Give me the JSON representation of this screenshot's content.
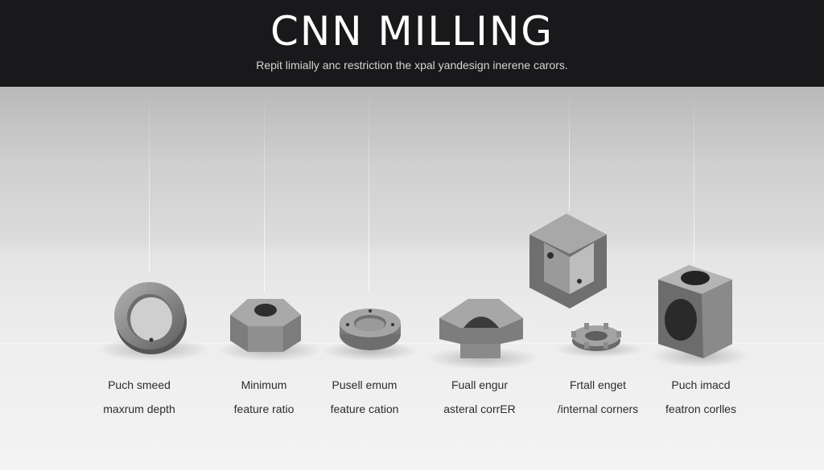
{
  "header": {
    "title": "CNN MILLING",
    "subtitle": "Repit limially anc restriction the xpal yandesign inerene carors."
  },
  "features": [
    {
      "line1": "Puch smeed",
      "line2": "maxrum depth"
    },
    {
      "line1": "Minimum",
      "line2": "feature ratio"
    },
    {
      "line1": "Pusell emum",
      "line2": "feature cation"
    },
    {
      "line1": "Fuall engur",
      "line2": "asteral corrER"
    },
    {
      "line1": "Frtall enget",
      "line2": "/internal corners"
    },
    {
      "line1": "Puch imacd",
      "line2": "featron corlles"
    }
  ],
  "colors": {
    "header_bg": "#19191b",
    "metal": "#8a8a8a"
  }
}
